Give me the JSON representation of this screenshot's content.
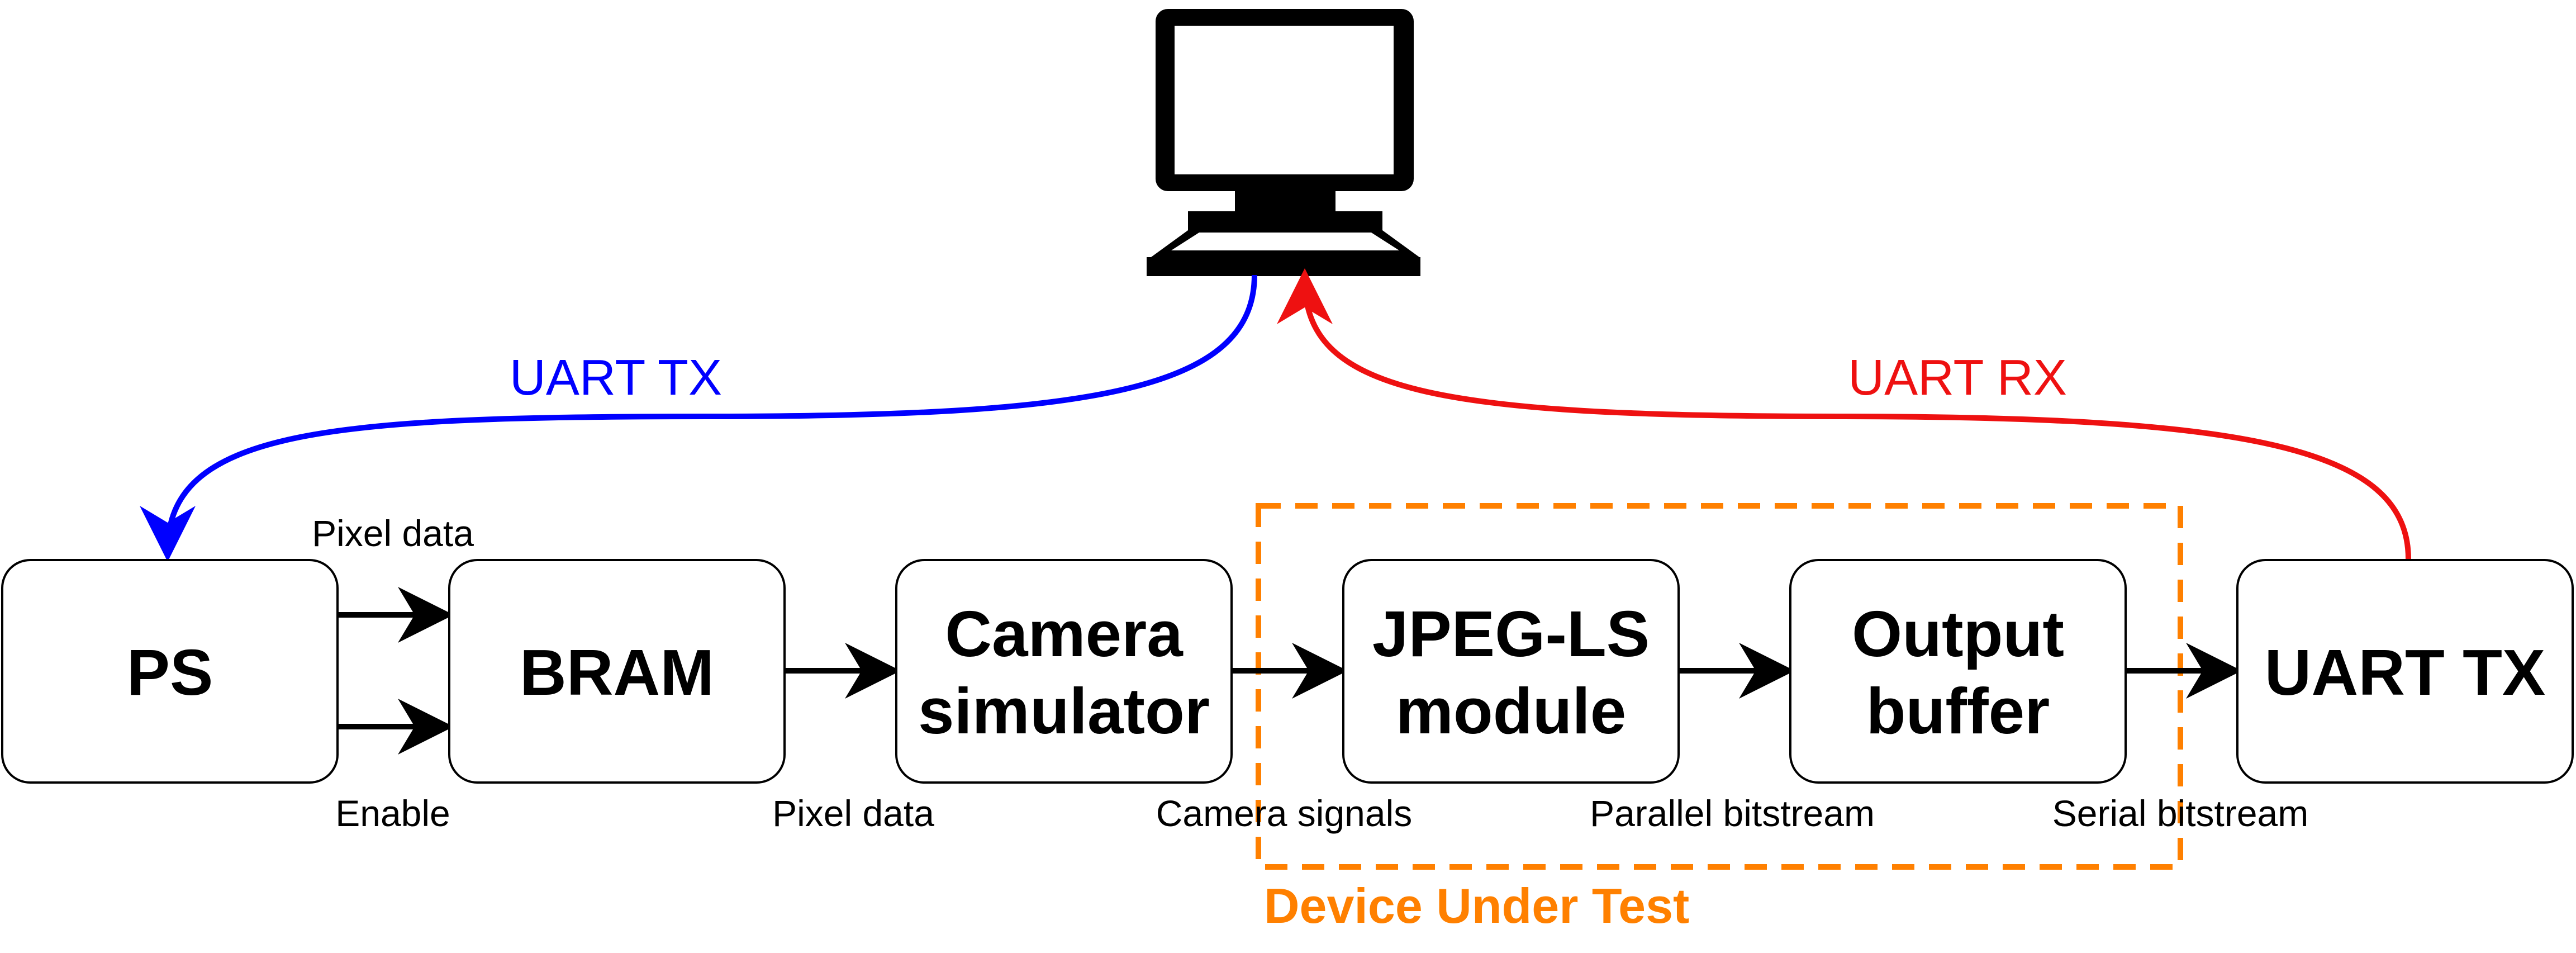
{
  "blocks": [
    {
      "id": "ps",
      "lines": [
        "PS"
      ]
    },
    {
      "id": "bram",
      "lines": [
        "BRAM"
      ]
    },
    {
      "id": "camera-simulator",
      "lines": [
        "Camera",
        "simulator"
      ]
    },
    {
      "id": "jpeg-ls-module",
      "lines": [
        "JPEG-LS",
        "module"
      ]
    },
    {
      "id": "output-buffer",
      "lines": [
        "Output",
        "buffer"
      ]
    },
    {
      "id": "uart-tx-block",
      "lines": [
        "UART TX"
      ]
    }
  ],
  "edge_labels": {
    "ps_bram_top": "Pixel data",
    "ps_bram_bottom": "Enable",
    "bram_camera": "Pixel data",
    "camera_jpeg": "Camera signals",
    "jpeg_output": "Parallel bitstream",
    "output_uart": "Serial bitstream"
  },
  "links": {
    "tx_label": "UART TX",
    "rx_label": "UART RX"
  },
  "dut": {
    "label": "Device Under Test"
  },
  "colors": {
    "tx": "#0000ff",
    "rx": "#ee1111",
    "dut": "#ff8000",
    "line": "#000000"
  },
  "icons": {
    "computer": "computer-monitor-icon"
  }
}
